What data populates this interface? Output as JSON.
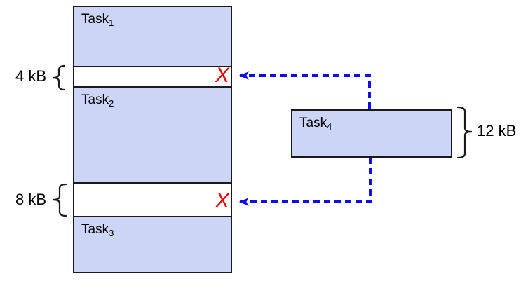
{
  "memory": {
    "segments": [
      {
        "kind": "task",
        "base": "Task",
        "sub": "1"
      },
      {
        "kind": "gap",
        "size": "4 kB"
      },
      {
        "kind": "task",
        "base": "Task",
        "sub": "2"
      },
      {
        "kind": "gap",
        "size": "8 kB"
      },
      {
        "kind": "task",
        "base": "Task",
        "sub": "3"
      }
    ]
  },
  "incoming_task": {
    "base": "Task",
    "sub": "4",
    "size": "12 kB"
  },
  "cross_mark": "X",
  "colors": {
    "task_fill": "#ccd5f6",
    "outline": "#1a1a1a",
    "arrow_blue": "#0d0dee",
    "cross_red": "#ee0000",
    "background": "#ffffff"
  }
}
